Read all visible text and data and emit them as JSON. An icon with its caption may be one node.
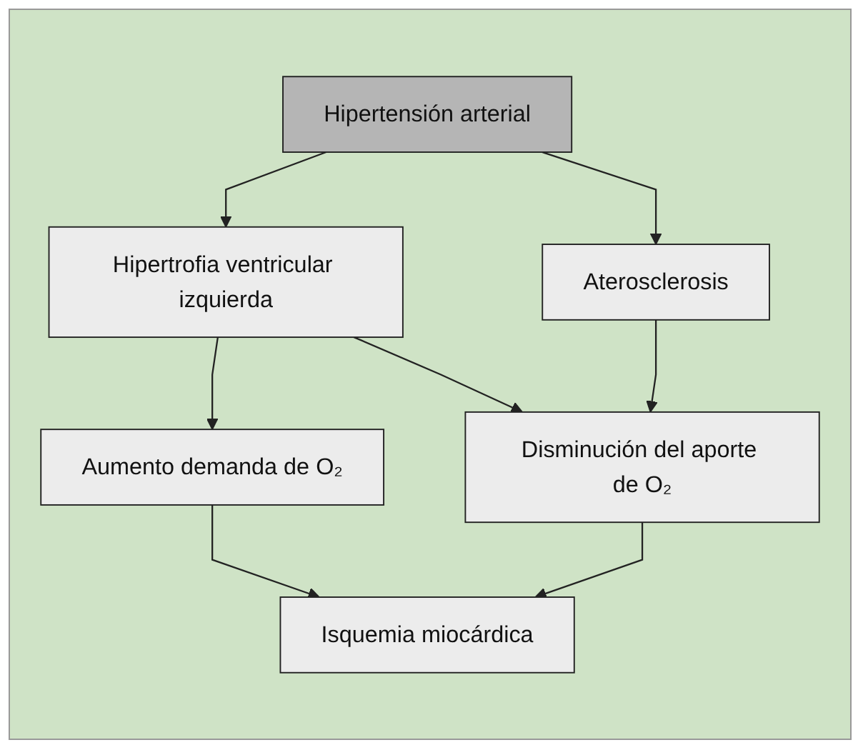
{
  "diagram": {
    "nodes": [
      {
        "text": [
          "Hipertensión arterial"
        ]
      },
      {
        "text": [
          "Hipertrofia ventricular izquierda"
        ]
      },
      {
        "text": [
          "Aterosclerosis"
        ]
      },
      {
        "text": [
          "Aumento demanda de O₂"
        ]
      },
      {
        "text": [
          "Disminución del aporte de O₂"
        ]
      },
      {
        "text": [
          "Isquemia miocárdica"
        ]
      }
    ],
    "edges": [
      {
        "from": 0,
        "to": 1,
        "arrow": "to"
      },
      {
        "from": 0,
        "to": 2,
        "arrow": "to"
      },
      {
        "from": 1,
        "to": 3,
        "arrow": "to"
      },
      {
        "from": 1,
        "to": 4,
        "arrow": "to"
      },
      {
        "from": 2,
        "to": 4,
        "arrow": "to"
      },
      {
        "from": 3,
        "to": 5,
        "arrow": "to"
      },
      {
        "from": 4,
        "to": 5,
        "arrow": "to"
      }
    ]
  }
}
